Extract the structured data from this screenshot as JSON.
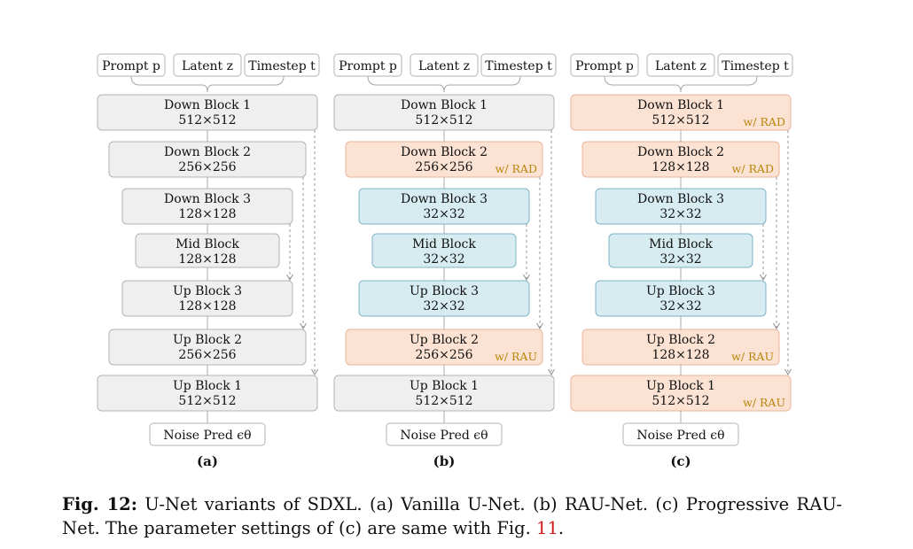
{
  "panels": [
    {
      "label": "(a)",
      "inputs": [
        "Prompt p",
        "Latent z",
        "Timestep t"
      ],
      "blocks": [
        {
          "name": "Down Block 1",
          "res": "512×512",
          "tag": ""
        },
        {
          "name": "Down Block 2",
          "res": "256×256",
          "tag": ""
        },
        {
          "name": "Down Block 3",
          "res": "128×128",
          "tag": ""
        },
        {
          "name": "Mid Block",
          "res": "128×128",
          "tag": ""
        },
        {
          "name": "Up Block 3",
          "res": "128×128",
          "tag": ""
        },
        {
          "name": "Up Block 2",
          "res": "256×256",
          "tag": ""
        },
        {
          "name": "Up Block 1",
          "res": "512×512",
          "tag": ""
        }
      ],
      "output": "Noise Pred ϵθ"
    },
    {
      "label": "(b)",
      "inputs": [
        "Prompt p",
        "Latent z",
        "Timestep t"
      ],
      "blocks": [
        {
          "name": "Down Block 1",
          "res": "512×512",
          "tag": ""
        },
        {
          "name": "Down Block 2",
          "res": "256×256",
          "tag": "w/ RAD"
        },
        {
          "name": "Down Block 3",
          "res": "32×32",
          "tag": ""
        },
        {
          "name": "Mid Block",
          "res": "32×32",
          "tag": ""
        },
        {
          "name": "Up Block 3",
          "res": "32×32",
          "tag": ""
        },
        {
          "name": "Up Block 2",
          "res": "256×256",
          "tag": "w/ RAU"
        },
        {
          "name": "Up Block 1",
          "res": "512×512",
          "tag": ""
        }
      ],
      "output": "Noise Pred ϵθ"
    },
    {
      "label": "(c)",
      "inputs": [
        "Prompt p",
        "Latent z",
        "Timestep t"
      ],
      "blocks": [
        {
          "name": "Down Block 1",
          "res": "512×512",
          "tag": "w/ RAD"
        },
        {
          "name": "Down Block 2",
          "res": "128×128",
          "tag": "w/ RAD"
        },
        {
          "name": "Down Block 3",
          "res": "32×32",
          "tag": ""
        },
        {
          "name": "Mid Block",
          "res": "32×32",
          "tag": ""
        },
        {
          "name": "Up Block 3",
          "res": "32×32",
          "tag": ""
        },
        {
          "name": "Up Block 2",
          "res": "128×128",
          "tag": "w/ RAU"
        },
        {
          "name": "Up Block 1",
          "res": "512×512",
          "tag": "w/ RAU"
        }
      ],
      "output": "Noise Pred ϵθ"
    }
  ],
  "colors": {
    "gray_fill": "#efefef",
    "gray_stroke": "#b3b3b3",
    "orange_fill": "#fbe2d2",
    "orange_stroke": "#e8b49a",
    "blue_fill": "#d7ecf1",
    "blue_stroke": "#7fb5c6",
    "tag_text": "#b8860b",
    "ref_text": "#d4181a"
  },
  "caption": {
    "prefix": "Fig. 12:",
    "text": " U-Net variants of SDXL. (a) Vanilla U-Net. (b) RAU-Net. (c) Progressive RAU-Net. The parameter settings of (c) are same with Fig. ",
    "ref": "11",
    "suffix": "."
  }
}
